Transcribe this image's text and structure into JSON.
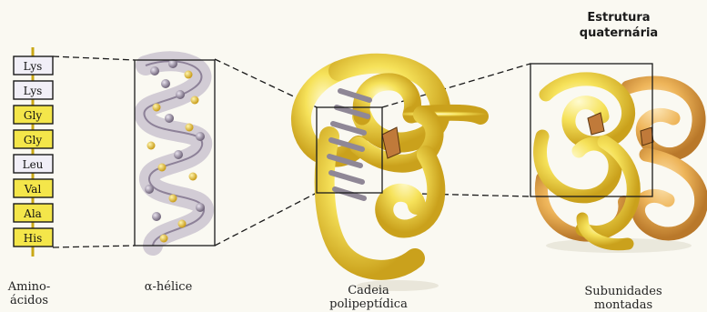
{
  "amino_acids": [
    "Lys",
    "Lys",
    "Gly",
    "Gly",
    "Leu",
    "Val",
    "Ala",
    "His"
  ],
  "amino_acid_colors": [
    "#f1eff7",
    "#f1eff7",
    "#f4e64a",
    "#f4e64a",
    "#f1eff7",
    "#f4e64a",
    "#f4e64a",
    "#f4e64a"
  ],
  "captions": {
    "amino_acids_line1": "Amino-",
    "amino_acids_line2": "ácidos",
    "alpha_helix": "α-hélice",
    "polypeptide_line1": "Cadeia",
    "polypeptide_line2": "polipeptídica",
    "subunits_line1": "Subunidades",
    "subunits_line2": "montadas"
  },
  "quaternary_title_line1": "Estrutura",
  "quaternary_title_line2": "quaternária",
  "colors": {
    "protein_yellow": "#f2d93b",
    "protein_light": "#fbf2a0",
    "protein_orange": "#e8a33a",
    "helix_gray": "#9c94a6",
    "atom_gold": "#e8c23a",
    "atom_purple": "#8d8198"
  }
}
